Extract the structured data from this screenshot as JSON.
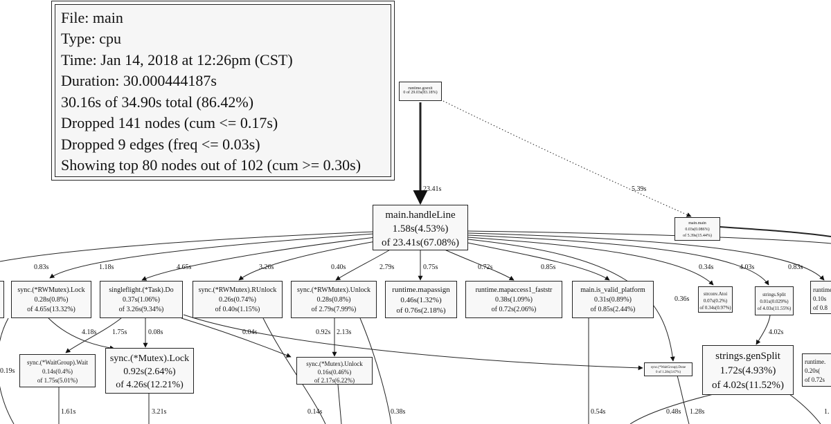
{
  "info": {
    "lines": [
      "File: main",
      "Type: cpu",
      "Time: Jan 14, 2018 at 12:26pm (CST)",
      "Duration: 30.000444187s",
      "30.16s of 34.90s total (86.42%)",
      "Dropped 141 nodes (cum <= 0.17s)",
      "Dropped 9 edges (freq <= 0.03s)",
      "Showing top 80 nodes out of 102 (cum >= 0.30s)"
    ]
  },
  "nodes": {
    "goexit": {
      "name": "runtime.goexit",
      "stats": [
        "0 of 29.03s(83.18%)"
      ]
    },
    "handleLine": {
      "name": "main.handleLine",
      "stats": [
        "1.58s(4.53%)",
        "of 23.41s(67.08%)"
      ]
    },
    "mainmain": {
      "name": "main.main",
      "stats": [
        "0.03s(0.086%)",
        "of 5.39s(15.44%)"
      ]
    },
    "rwlock": {
      "name": "sync.(*RWMutex).Lock",
      "stats": [
        "0.28s(0.8%)",
        "of 4.65s(13.32%)"
      ]
    },
    "sfdo": {
      "name": "singleflight.(*Task).Do",
      "stats": [
        "0.37s(1.06%)",
        "of 3.26s(9.34%)"
      ]
    },
    "rwrunlock": {
      "name": "sync.(*RWMutex).RUnlock",
      "stats": [
        "0.26s(0.74%)",
        "of 0.40s(1.15%)"
      ]
    },
    "rwunlock": {
      "name": "sync.(*RWMutex).Unlock",
      "stats": [
        "0.28s(0.8%)",
        "of 2.79s(7.99%)"
      ]
    },
    "mapassign": {
      "name": "runtime.mapassign",
      "stats": [
        "0.46s(1.32%)",
        "of 0.76s(2.18%)"
      ]
    },
    "mapaccess": {
      "name": "runtime.mapaccess1_faststr",
      "stats": [
        "0.38s(1.09%)",
        "of 0.72s(2.06%)"
      ]
    },
    "validplat": {
      "name": "main.is_valid_platform",
      "stats": [
        "0.31s(0.89%)",
        "of 0.85s(2.44%)"
      ]
    },
    "atoi": {
      "name": "strconv.Atoi",
      "stats": [
        "0.07s(0.2%)",
        "of 0.34s(0.97%)"
      ]
    },
    "split": {
      "name": "strings.Split",
      "stats": [
        "0.01s(0.029%)",
        "of 4.03s(11.55%)"
      ]
    },
    "runtimeA": {
      "name": "runtime.",
      "stats": [
        "0.10s",
        "of 0.8"
      ]
    },
    "wgwait": {
      "name": "sync.(*WaitGroup).Wait",
      "stats": [
        "0.14s(0.4%)",
        "of 1.75s(5.01%)"
      ]
    },
    "mutexlock": {
      "name": "sync.(*Mutex).Lock",
      "stats": [
        "0.92s(2.64%)",
        "of 4.26s(12.21%)"
      ]
    },
    "mutexunlock": {
      "name": "sync.(*Mutex).Unlock",
      "stats": [
        "0.16s(0.46%)",
        "of 2.17s(6.22%)"
      ]
    },
    "wgdone": {
      "name": "sync.(*WaitGroup).Done",
      "stats": [
        "0 of 1.28s(3.67%)"
      ]
    },
    "gensplit": {
      "name": "strings.genSplit",
      "stats": [
        "1.72s(4.93%)",
        "of 4.02s(11.52%)"
      ]
    },
    "runtimeB": {
      "name": "runtime.",
      "stats": [
        "0.20s(",
        "of 0.72s"
      ]
    }
  },
  "edge_labels": {
    "goexit_handle": "23.41s",
    "goexit_main": "5.39s",
    "h_first": "0.83s",
    "h_rwlock": "1.18s",
    "h_sfdo": "4.65s",
    "h_rwrunlock": "3.26s",
    "h_rwunlock": "0.40s",
    "h_mapassign": "2.79s",
    "h_mapaccess": "0.75s",
    "h_validplat": "0.72s",
    "h_atoi": "0.85s",
    "h_split": "0.34s",
    "h_runtimeA": "4.03s",
    "h_right": "0.83s",
    "h_wgdone": "0.36s",
    "left_edge": "0.19s",
    "rw_mutexlock": "4.18s",
    "sf_wgwait": "1.75s",
    "sf_mutexlock": "0.08s",
    "sf_mutexunlock": "0.04s",
    "rwu_wgdone": "0.92s",
    "rwu_mutexunlock": "2.13s",
    "split_gensplit": "4.02s",
    "wait_down": "1.61s",
    "lock_down": "3.21s",
    "b_014": "0.14s",
    "b_038": "0.38s",
    "b_054": "0.54s",
    "b_048": "0.48s",
    "b_128": "1.28s",
    "b_right": "1."
  }
}
